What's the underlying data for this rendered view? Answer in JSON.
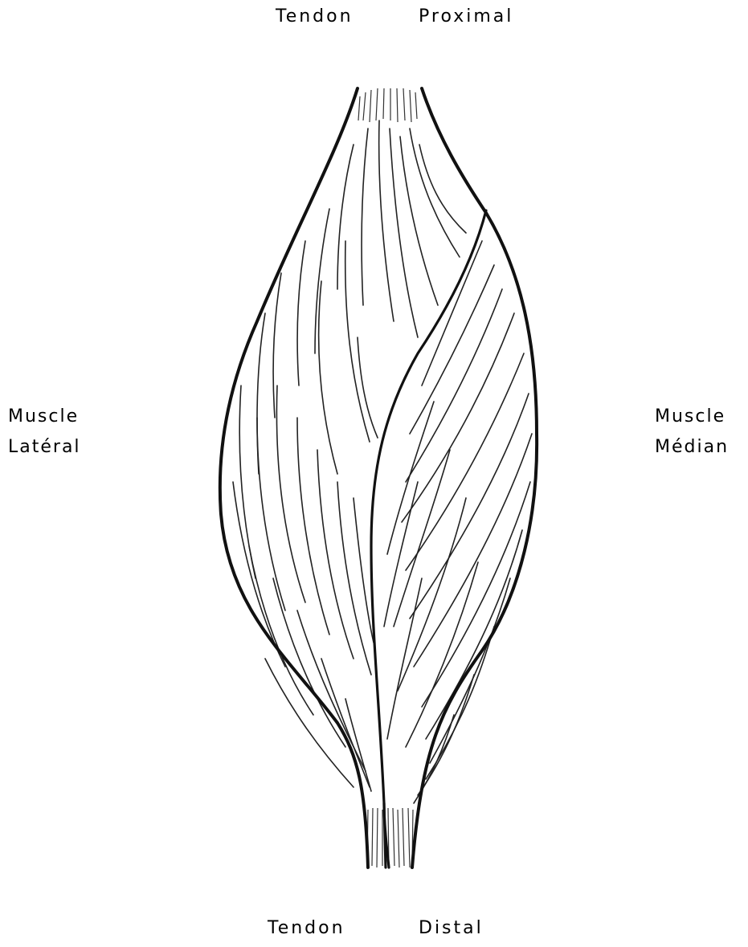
{
  "labels": {
    "top_left": "Tendon",
    "top_right": "Proximal",
    "left_line1": "Muscle",
    "left_line2": "Latéral",
    "right_line1": "Muscle",
    "right_line2": "Médian",
    "bottom_left": "Tendon",
    "bottom_right": "Distal"
  }
}
